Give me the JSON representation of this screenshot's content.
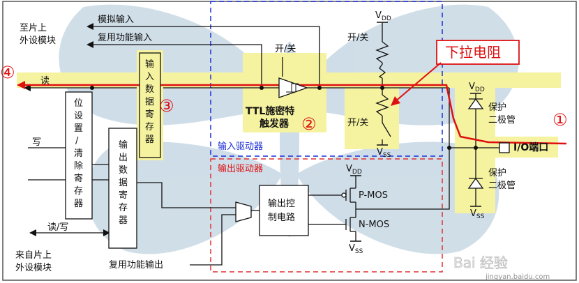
{
  "labels": {
    "to_peripheral": "至片上\n外设模块",
    "analog_input": "模拟输入",
    "alt_func_input": "复用功能输入",
    "read": "读",
    "write": "写",
    "read_write": "读/写",
    "from_peripheral": "来自片上\n外设模块",
    "alt_func_output": "复用功能输出",
    "input_data_register": "输\n入\n数\n据\n寄\n存\n器",
    "bit_set_reset_register": "位\n设\n置\n/\n清\n除\n寄\n存\n器",
    "output_data_register": "输\n出\n数\n据\n寄\n存\n器",
    "switch_top": "开/关",
    "switch_mid": "开/关",
    "switch_bottom": "开/关",
    "ttl_schmitt": "TTL施密特",
    "trigger": "触发器",
    "input_driver": "输入驱动器",
    "output_driver": "输出驱动器",
    "output_control": "输出控\n制电路",
    "pmos": "P-MOS",
    "nmos": "N-MOS",
    "vdd": "V",
    "vdd_sub": "DD",
    "vss": "V",
    "vss_sub": "SS",
    "protect_diode_top": "保护\n二极管",
    "protect_diode_bottom": "保护\n二极管",
    "io_port": "I/O端口",
    "pulldown_callout": "下拉电阻",
    "markers": [
      "①",
      "②",
      "③",
      "④"
    ],
    "watermark": "Bai 经验",
    "watermark_url": "jingyan.baidu.com"
  },
  "colors": {
    "highlight": "#f5f3a0",
    "path_red": "#e01010",
    "blue_dash": "#1a2fd6",
    "red_dash": "#e03030",
    "line": "#111111",
    "bg_deco": "#a9c2d6"
  }
}
